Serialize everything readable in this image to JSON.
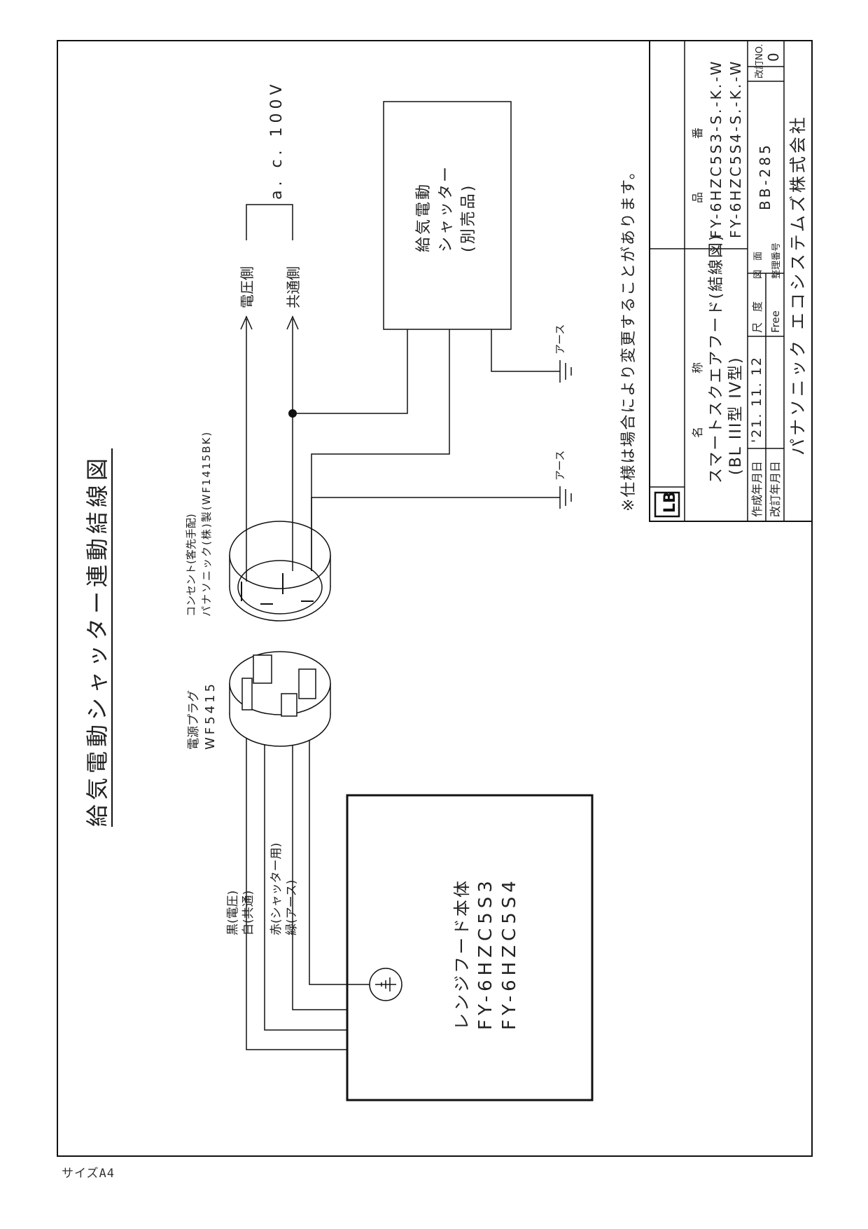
{
  "title": "給気電動シャッター連動結線図",
  "range_hood": {
    "label": "レンジフード本体",
    "model1": "FY-6HZC5S3",
    "model2": "FY-6HZC5S4"
  },
  "wires": {
    "black": "黒(電圧)",
    "white": "白(共通)",
    "red": "赤(シャッター用)",
    "green": "緑(アース)"
  },
  "plug": {
    "line1": "電源プラグ",
    "line2": "WF5415"
  },
  "outlet": {
    "line1": "コンセント(客先手配)",
    "line2": "パナソニック(株)製(WF1415BK)"
  },
  "terminals": {
    "voltage": "電圧側",
    "common": "共通側",
    "supply": "a. c. 100V"
  },
  "shutter": {
    "line1": "給気電動",
    "line2": "シャッター",
    "line3": "(別売品)"
  },
  "earth_label": "アース",
  "note": "※仕様は場合により変更することがあります。",
  "title_block": {
    "logo": "LB",
    "name_header": "名　称",
    "name_line1": "スマートスクエアフード(結線図)",
    "name_line2": "(BL III型 IV型)",
    "part_header": "品　番",
    "part_line1": "FY-6HZC5S3-S.-K.-W",
    "part_line2": "FY-6HZC5S4-S.-K.-W",
    "revision_header": "改訂NO.",
    "revision_value": "0",
    "created_label": "作成年月日",
    "created_value": "'21. 11. 12",
    "revised_label": "改訂年月日",
    "scale_label": "尺　度",
    "scale_value": "Free",
    "sheet_label": "図　面",
    "manage_label": "整理番号",
    "manage_value": "BB-285",
    "company": "パナソニック エコシステムズ株式会社"
  },
  "size_note": "サイズA4"
}
